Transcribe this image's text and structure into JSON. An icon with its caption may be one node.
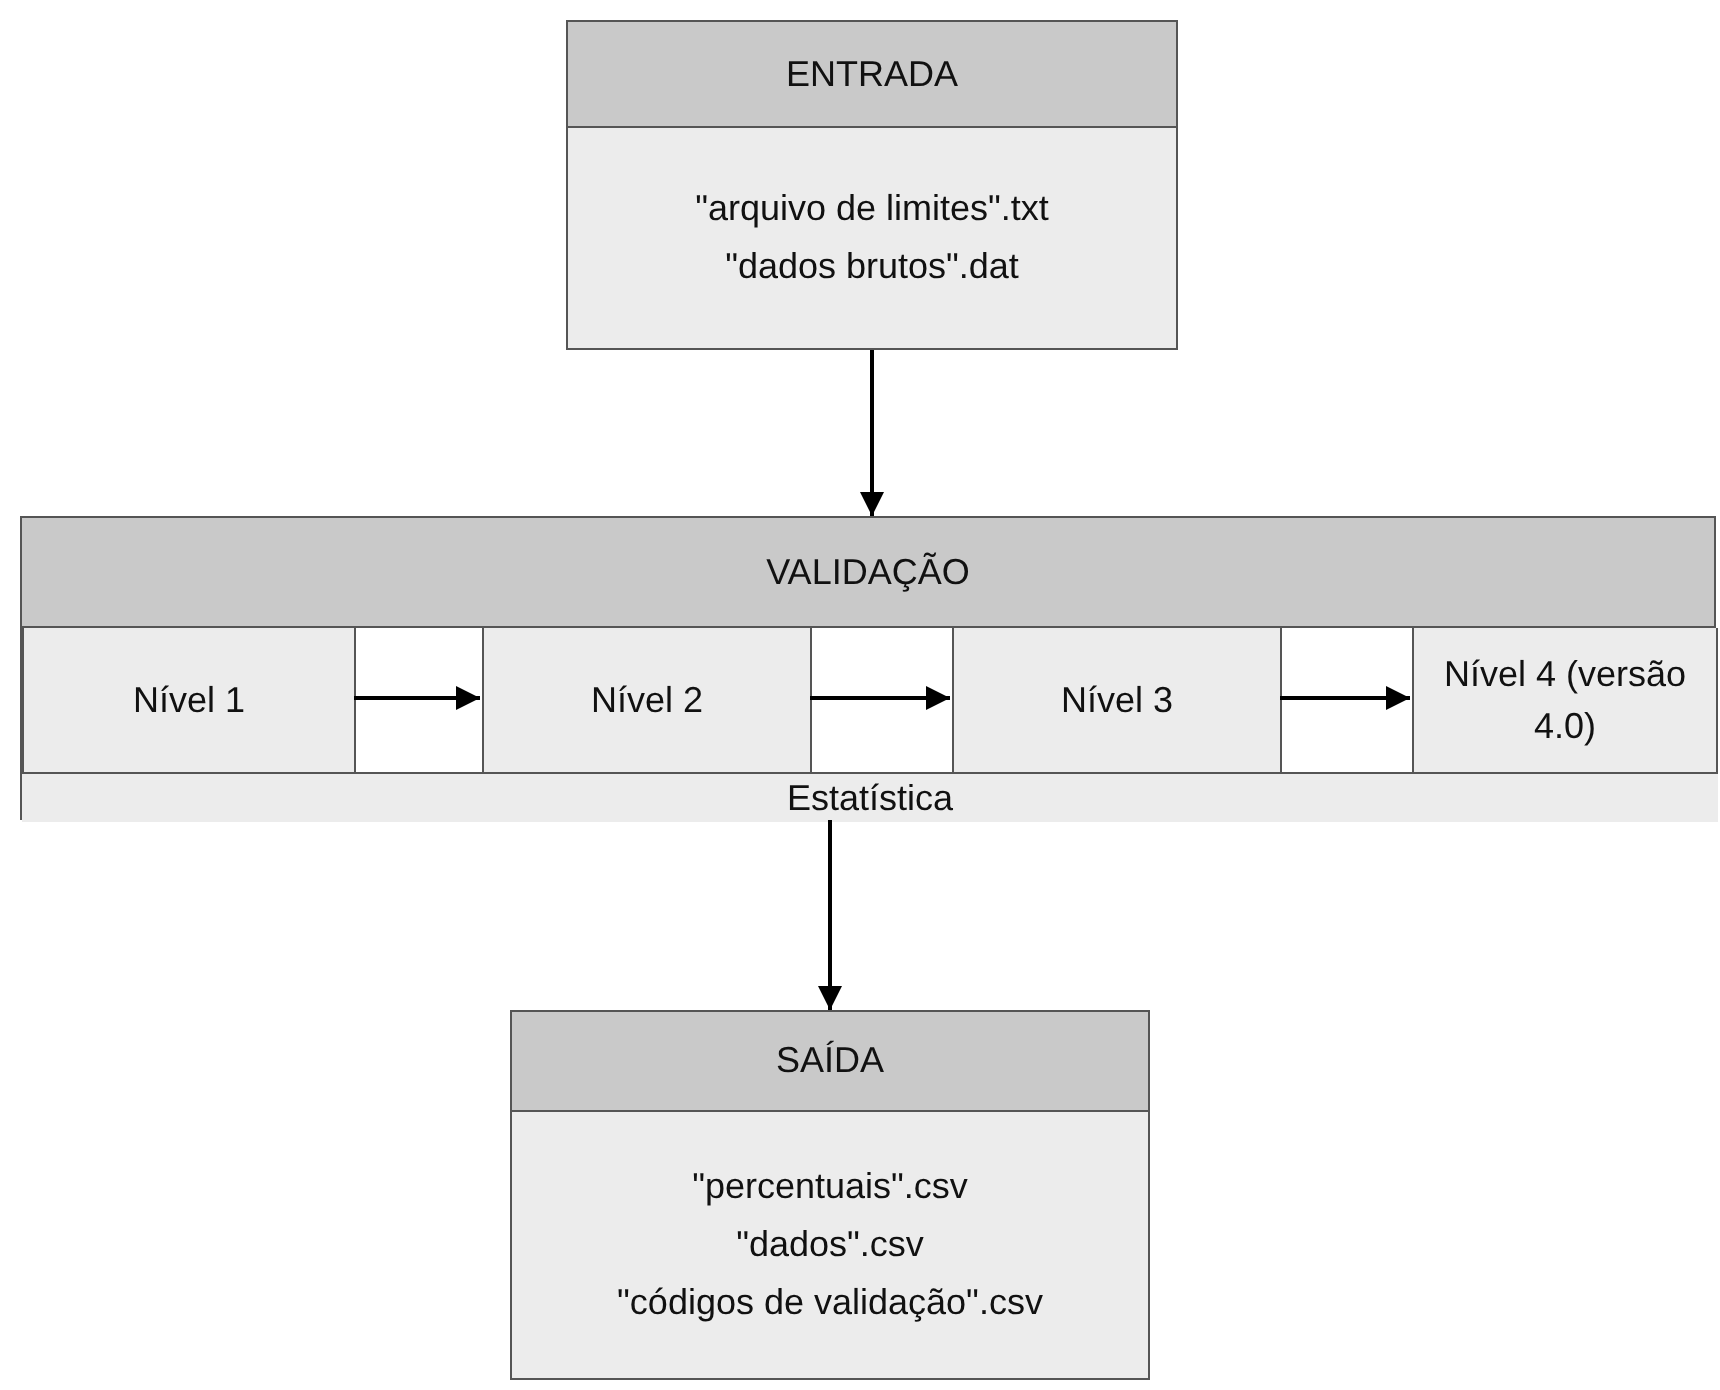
{
  "diagram": {
    "nodes": [
      {
        "text": [
          "ENTRADA",
          "\"arquivo de limites\".txt",
          "\"dados brutos\".dat"
        ]
      },
      {
        "text": [
          "VALIDAÇÃO"
        ]
      },
      {
        "text": [
          "Nível 1"
        ],
        "in": 1
      },
      {
        "text": [
          "Nível 2"
        ],
        "in": 1
      },
      {
        "text": [
          "Nível 3"
        ],
        "in": 1
      },
      {
        "text": [
          "Nível 4 (versão 4.0)"
        ],
        "in": 1
      },
      {
        "text": [
          "Estatística"
        ],
        "in": 1
      },
      {
        "text": [
          "SAÍDA",
          "\"percentuais\".csv",
          "\"dados\".csv",
          "\"códigos de validação\".csv"
        ]
      }
    ],
    "edges": [
      {
        "from": 0,
        "to": 1,
        "arrow": "to"
      },
      {
        "from": 2,
        "to": 3,
        "arrow": "to"
      },
      {
        "from": 3,
        "to": 4,
        "arrow": "to"
      },
      {
        "from": 4,
        "to": 5,
        "arrow": "to"
      },
      {
        "from": 1,
        "to": 7,
        "arrow": "to"
      }
    ]
  }
}
